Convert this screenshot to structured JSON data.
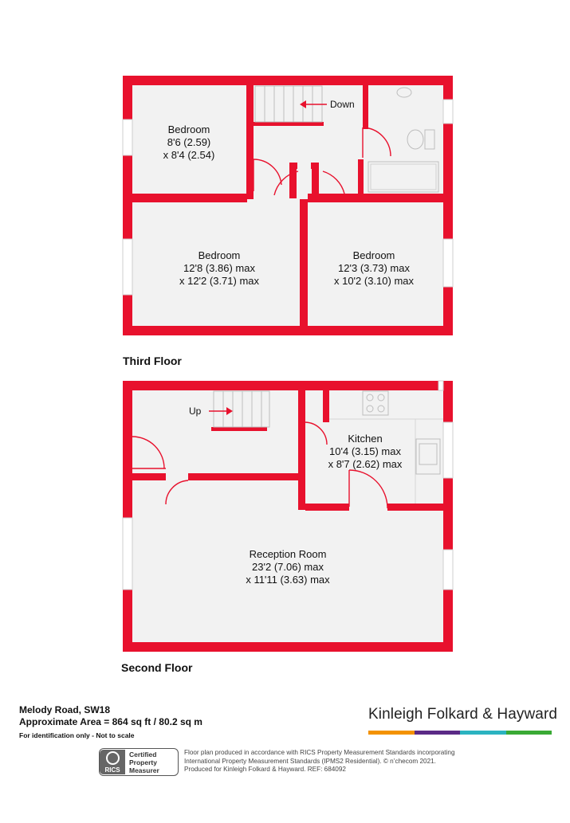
{
  "colors": {
    "wall": "#e8112d",
    "floor": "#f2f2f2",
    "brand_orange": "#f39200",
    "brand_purple": "#5b2a86",
    "brand_teal": "#2bb3c0",
    "brand_green": "#3aaa35"
  },
  "third_floor": {
    "label": "Third Floor",
    "rooms": [
      {
        "id": "bedroom-small",
        "name": "Bedroom",
        "dim1": "8'6 (2.59)",
        "dim2": "x 8'4 (2.54)"
      },
      {
        "id": "bedroom-left",
        "name": "Bedroom",
        "dim1": "12'8 (3.86) max",
        "dim2": "x 12'2 (3.71) max"
      },
      {
        "id": "bedroom-right",
        "name": "Bedroom",
        "dim1": "12'3 (3.73) max",
        "dim2": "x 10'2 (3.10) max"
      }
    ],
    "stair_label": "Down"
  },
  "second_floor": {
    "label": "Second Floor",
    "rooms": [
      {
        "id": "kitchen",
        "name": "Kitchen",
        "dim1": "10'4 (3.15) max",
        "dim2": "x 8'7 (2.62) max"
      },
      {
        "id": "reception",
        "name": "Reception Room",
        "dim1": "23'2 (7.06) max",
        "dim2": "x 11'11 (3.63) max"
      }
    ],
    "stair_label": "Up"
  },
  "property": {
    "address": "Melody Road, SW18",
    "area": "Approximate Area = 864 sq ft / 80.2 sq m",
    "note": "For identification only - Not to scale"
  },
  "brand": {
    "name": "Kinleigh Folkard & Hayward"
  },
  "rics": {
    "logo_text": "RICS",
    "line1": "Certified",
    "line2": "Property",
    "line3": "Measurer"
  },
  "disclaimer": {
    "line1": "Floor plan produced in accordance with RICS Property Measurement Standards incorporating",
    "line2": "International Property Measurement Standards (IPMS2 Residential).  © n’checom 2021.",
    "line3": "Produced for Kinleigh Folkard & Hayward.   REF: 684092"
  }
}
